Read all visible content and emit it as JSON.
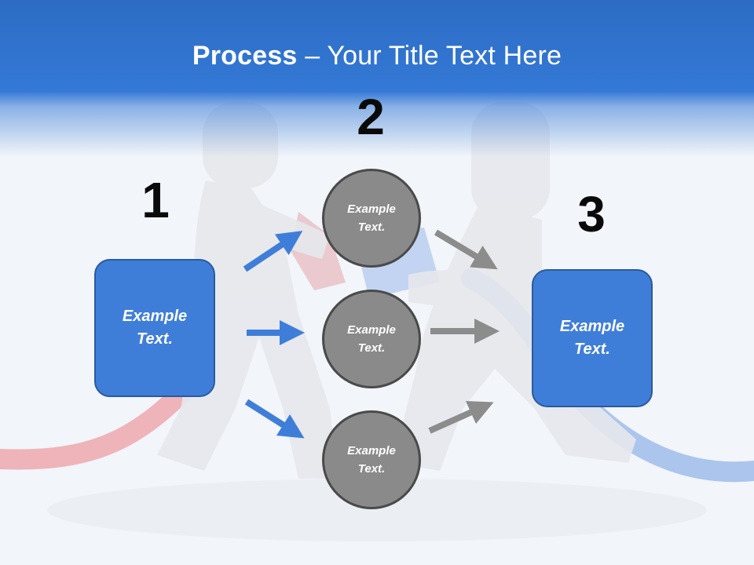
{
  "title": {
    "bold": "Process",
    "rest": " – Your Title Text Here"
  },
  "steps": {
    "one": "1",
    "two": "2",
    "three": "3"
  },
  "left_box": {
    "line1": "Example",
    "line2": "Text."
  },
  "right_box": {
    "line1": "Example",
    "line2": "Text."
  },
  "circles": [
    {
      "line1": "Example",
      "line2": "Text."
    },
    {
      "line1": "Example",
      "line2": "Text."
    },
    {
      "line1": "Example",
      "line2": "Text."
    }
  ],
  "colors": {
    "header": "#3479d6",
    "box": "#3f7ed8",
    "circle": "#8a8a8a",
    "arrow_blue": "#3f7ed8",
    "arrow_gray": "#8c8c8c"
  }
}
